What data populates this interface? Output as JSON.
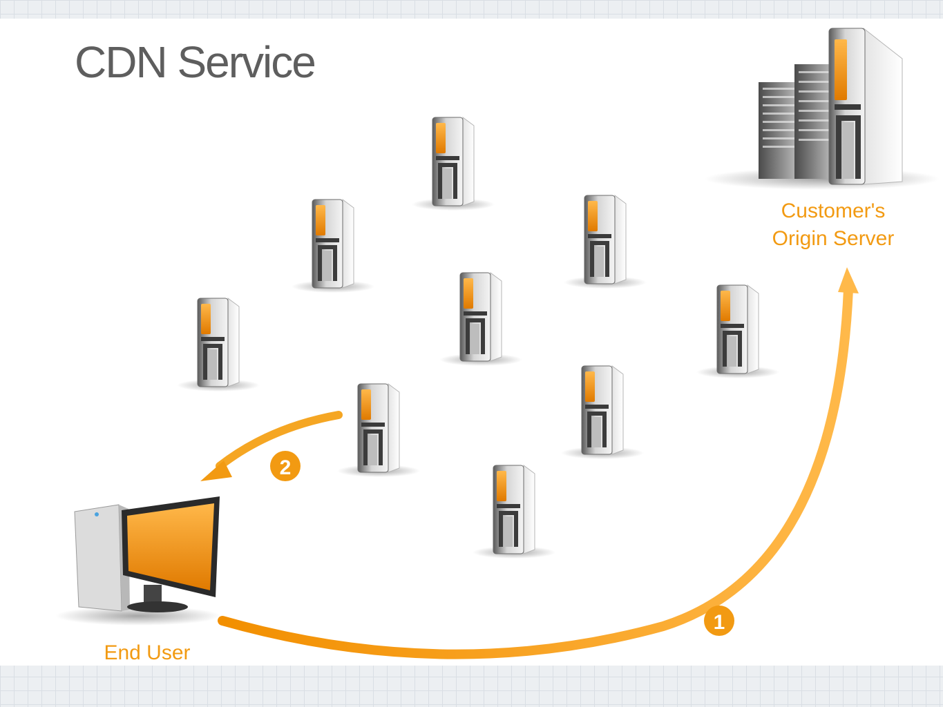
{
  "diagram": {
    "title": "CDN Service",
    "nodes": {
      "origin": {
        "label_line1": "Customer's",
        "label_line2": "Origin Server"
      },
      "end_user": {
        "label": "End User"
      },
      "edge_servers_count": 9
    },
    "steps": [
      {
        "number": "1",
        "from": "End User",
        "to": "Customer's Origin Server"
      },
      {
        "number": "2",
        "from": "edge server",
        "to": "End User"
      }
    ],
    "colors": {
      "accent": "#f29a12",
      "server_body": "#d8d8d8",
      "title": "#5e5e5e"
    }
  }
}
